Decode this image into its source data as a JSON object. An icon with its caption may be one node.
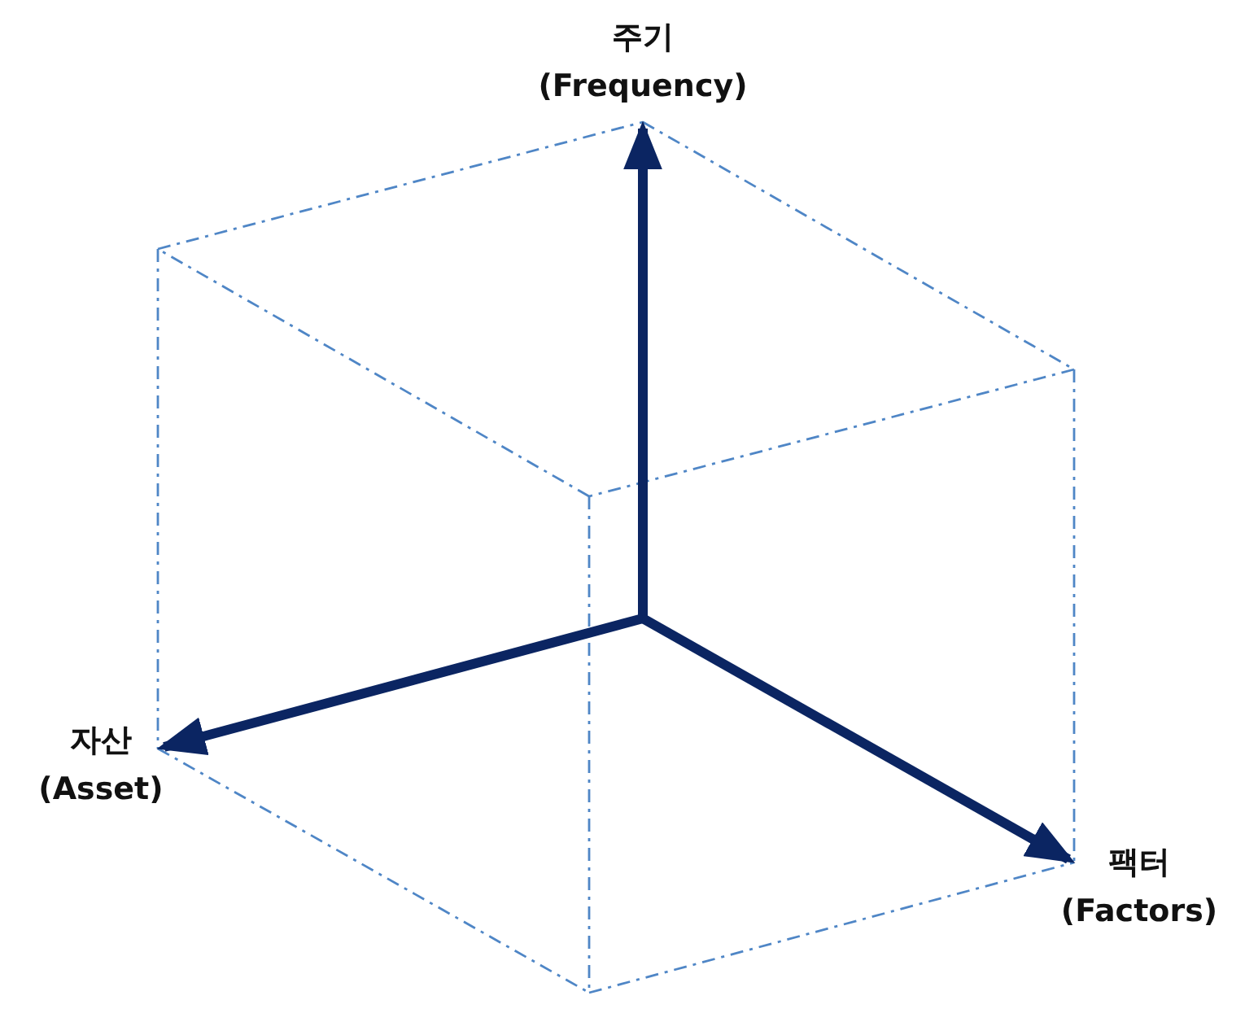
{
  "diagram": {
    "labels": [
      "주기",
      "(Frequency)",
      "자산",
      "(Asset)",
      "팩터",
      "(Factors)"
    ]
  }
}
